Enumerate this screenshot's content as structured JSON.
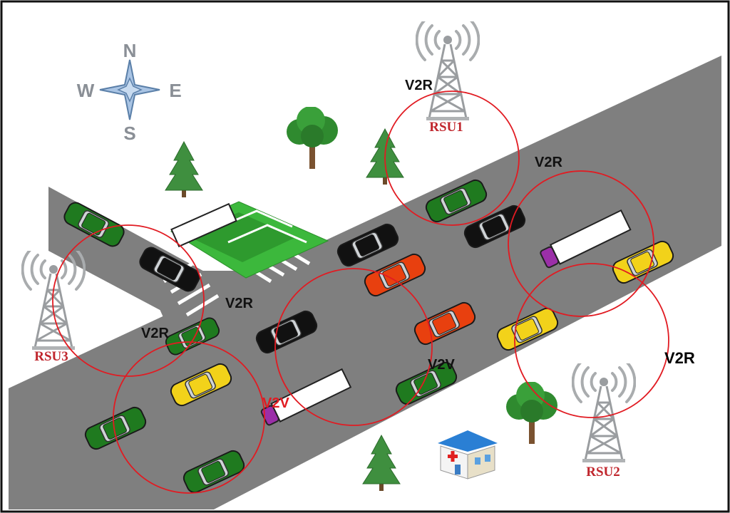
{
  "compass": {
    "north": "N",
    "south": "S",
    "east": "E",
    "west": "W"
  },
  "rsus": [
    {
      "id": "rsu1",
      "label": "RSU1"
    },
    {
      "id": "rsu2",
      "label": "RSU2"
    },
    {
      "id": "rsu3",
      "label": "RSU3"
    }
  ],
  "links": {
    "v2r_rsu1": "V2R",
    "v2r_upper": "V2R",
    "v2r_mid": "V2R",
    "v2r_left": "V2R",
    "v2r_right": "V2R",
    "v2v_center": "V2V",
    "v2v_lower": "V2V"
  },
  "colors": {
    "road": "#7f7f7f",
    "grass": "#3cb83c",
    "range_circle": "#e11b22",
    "rsu_label": "#c0262d",
    "compass": "#8a8f96"
  }
}
